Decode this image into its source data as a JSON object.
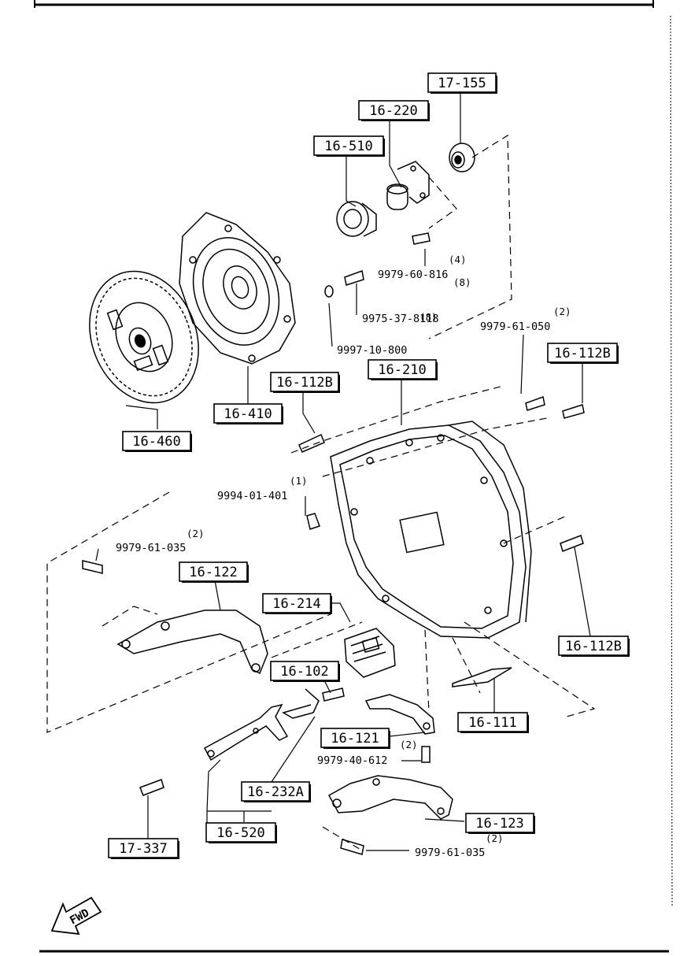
{
  "part_boxes": [
    {
      "id": "b17155",
      "label": "17-155"
    },
    {
      "id": "b16220",
      "label": "16-220"
    },
    {
      "id": "b16510",
      "label": "16-510"
    },
    {
      "id": "b16410",
      "label": "16-410"
    },
    {
      "id": "b16460",
      "label": "16-460"
    },
    {
      "id": "b16112B_a",
      "label": "16-112B"
    },
    {
      "id": "b16210",
      "label": "16-210"
    },
    {
      "id": "b16112B_b",
      "label": "16-112B"
    },
    {
      "id": "b16112B_c",
      "label": "16-112B"
    },
    {
      "id": "b16122",
      "label": "16-122"
    },
    {
      "id": "b16214",
      "label": "16-214"
    },
    {
      "id": "b16102",
      "label": "16-102"
    },
    {
      "id": "b16111",
      "label": "16-111"
    },
    {
      "id": "b16121",
      "label": "16-121"
    },
    {
      "id": "b16232A",
      "label": "16-232A"
    },
    {
      "id": "b16520",
      "label": "16-520"
    },
    {
      "id": "b16123",
      "label": "16-123"
    },
    {
      "id": "b17337",
      "label": "17-337"
    }
  ],
  "part_numbers": [
    {
      "id": "n1",
      "label": "9979-60-816",
      "qty": "(4)"
    },
    {
      "id": "n2",
      "label": "9975-37-8118",
      "qty": "(8)"
    },
    {
      "id": "n3",
      "label": "9997-10-800",
      "qty": "(8)"
    },
    {
      "id": "n4",
      "label": "9979-61-050",
      "qty": "(2)"
    },
    {
      "id": "n5",
      "label": "9994-01-401",
      "qty": "(1)"
    },
    {
      "id": "n6",
      "label": "9979-61-035",
      "qty": "(2)"
    },
    {
      "id": "n7",
      "label": "9979-40-612",
      "qty": "(2)"
    },
    {
      "id": "n8",
      "label": "9979-61-035",
      "qty": "(2)"
    }
  ],
  "fwd_label": "FWD",
  "colors": {
    "ink": "#000000",
    "paper": "#ffffff"
  }
}
